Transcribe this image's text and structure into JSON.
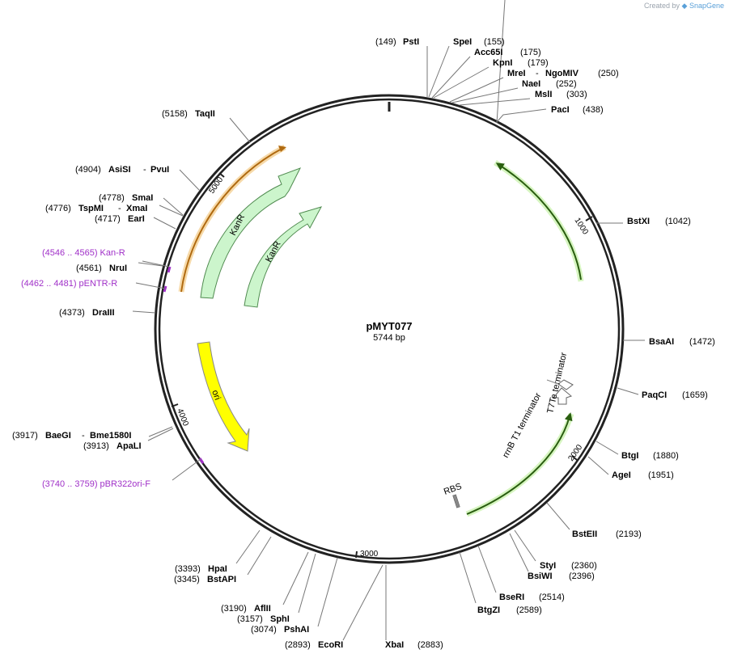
{
  "credit": {
    "prefix": "Created by",
    "brand": "SnapGene"
  },
  "plasmid": {
    "name": "pMYT077",
    "length_label": "5744 bp"
  },
  "ticks": [
    "1000",
    "2000",
    "3000",
    "4000",
    "5000"
  ],
  "enzymes": [
    {
      "pos": "(149)",
      "name": "PstI"
    },
    {
      "name": "SpeI",
      "pos": "(155)"
    },
    {
      "name": "Acc65I",
      "pos": "(175)"
    },
    {
      "name": "KpnI",
      "pos": "(179)"
    },
    {
      "name": "MreI",
      "name2": "NgoMIV",
      "pos": "(250)"
    },
    {
      "name": "NaeI",
      "pos": "(252)"
    },
    {
      "name": "MslI",
      "pos": "(303)"
    },
    {
      "name": "PacI",
      "pos": "(438)"
    },
    {
      "name": "BstXI",
      "pos": "(1042)"
    },
    {
      "name": "BsaAI",
      "pos": "(1472)"
    },
    {
      "name": "PaqCI",
      "pos": "(1659)"
    },
    {
      "name": "BtgI",
      "pos": "(1880)"
    },
    {
      "name": "AgeI",
      "pos": "(1951)"
    },
    {
      "name": "BstEII",
      "pos": "(2193)"
    },
    {
      "name": "StyI",
      "pos": "(2360)"
    },
    {
      "name": "BsiWI",
      "pos": "(2396)"
    },
    {
      "name": "BseRI",
      "pos": "(2514)"
    },
    {
      "name": "BtgZI",
      "pos": "(2589)"
    },
    {
      "name": "XbaI",
      "pos": "(2883)"
    },
    {
      "pos": "(2893)",
      "name": "EcoRI"
    },
    {
      "pos": "(3074)",
      "name": "PshAI"
    },
    {
      "pos": "(3157)",
      "name": "SphI"
    },
    {
      "pos": "(3190)",
      "name": "AflII"
    },
    {
      "pos": "(3345)",
      "name": "BstAPI"
    },
    {
      "pos": "(3393)",
      "name": "HpaI"
    },
    {
      "pos": "(3913)",
      "name": "ApaLI"
    },
    {
      "pos": "(3917)",
      "name": "BaeGI",
      "name2": "Bme1580I"
    },
    {
      "pos": "(4373)",
      "name": "DraIII"
    },
    {
      "pos": "(4561)",
      "name": "NruI"
    },
    {
      "pos": "(4717)",
      "name": "EarI"
    },
    {
      "pos": "(4776)",
      "name": "TspMI",
      "name2": "XmaI"
    },
    {
      "pos": "(4778)",
      "name": "SmaI"
    },
    {
      "pos": "(4904)",
      "name": "AsiSI",
      "name2": "PvuI"
    },
    {
      "pos": "(5158)",
      "name": "TaqII"
    }
  ],
  "primers": [
    {
      "label": "(4546 .. 4565)  Kan-R"
    },
    {
      "label": "(4462 .. 4481)  pENTR-R"
    },
    {
      "label": "(3740 .. 3759)  pBR322ori-F"
    }
  ],
  "features": {
    "kanr_outer": "KanR",
    "kanr_inner": "KanR",
    "ori": "ori",
    "t7te": "T7Te terminator",
    "rrnb": "rrnB T1 terminator",
    "rbs": "RBS"
  },
  "colors": {
    "kanr": "#ccf5cc",
    "ori": "#ffff00",
    "orange_arc": "#e8a24a",
    "green_arc": "#3a7a1a",
    "primer": "#a030c8"
  }
}
